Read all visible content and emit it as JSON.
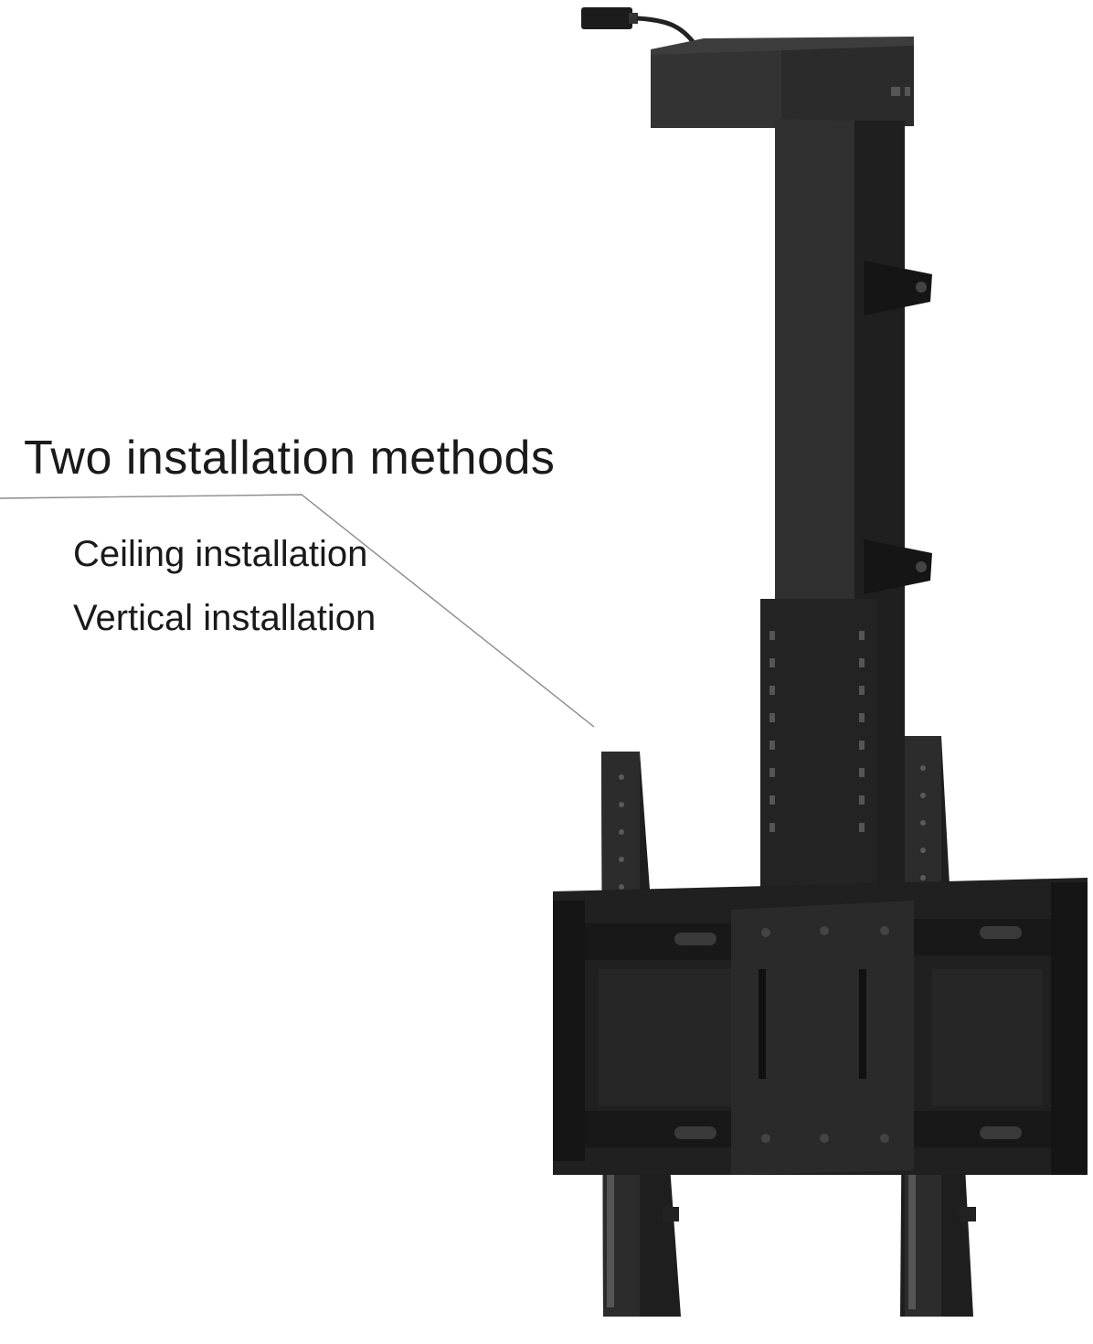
{
  "heading": "Two installation methods",
  "methods": [
    "Ceiling installation",
    "Vertical installation"
  ],
  "colors": {
    "background": "#ffffff",
    "text": "#1a1a1a",
    "mount_body": "#262626",
    "mount_shadow": "#121212"
  }
}
